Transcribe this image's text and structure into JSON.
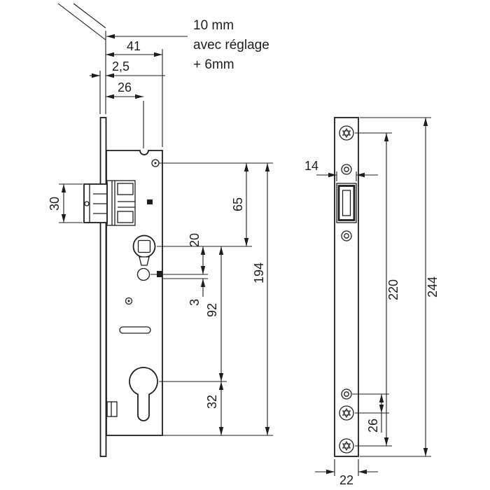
{
  "drawing": {
    "background": "#ffffff",
    "line_color": "#1d1d1b",
    "labels": {
      "adjustment_line1": "10 mm",
      "adjustment_line2": "avec réglage",
      "adjustment_line3": "+ 6mm",
      "case_depth": "41",
      "faceplate_thickness": "2,5",
      "backset": "26",
      "latch_height": "30",
      "top_to_follower": "65",
      "follower_to_fixing_hole": "20",
      "case_height": "194",
      "tab_thickness": "3",
      "follower_to_cylinder": "92",
      "cylinder_to_bottom": "32",
      "latch_width": "14",
      "fixing_hole_spacing": "220",
      "faceplate_length": "244",
      "bottom_hole_spacing": "26",
      "faceplate_width": "22"
    }
  }
}
